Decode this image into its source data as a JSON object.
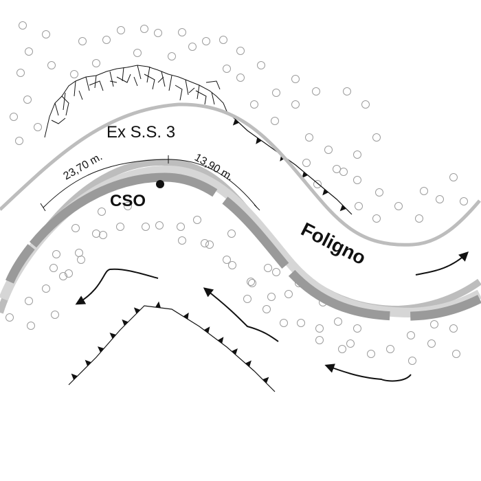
{
  "labels": {
    "road": "Ex S.S. 3",
    "measure_left": "23,70 m.",
    "measure_right": "13,90 m.",
    "station": "CSO",
    "place": "Foligno"
  },
  "colors": {
    "road_outline": "#bdbdbd",
    "track_dark": "#9a9a9a",
    "track_light": "#d6d6d6",
    "ink": "#111111",
    "dot": "#9c9c9c"
  },
  "icons": {
    "station_marker": "filled-circle",
    "flow_arrow": "arrow",
    "scarp": "barbed-line",
    "cliff": "hachure"
  }
}
